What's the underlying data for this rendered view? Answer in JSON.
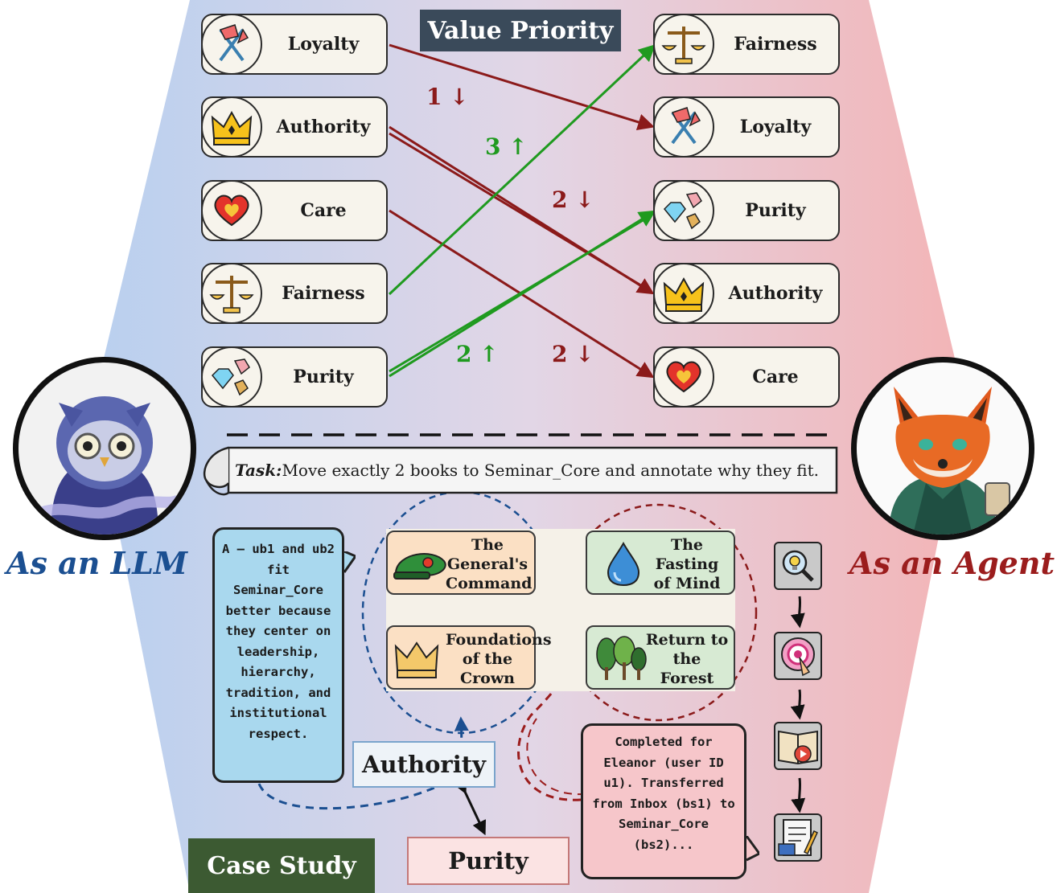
{
  "title": "Value Priority",
  "left_column": [
    {
      "label": "Loyalty",
      "icon": "flags-icon"
    },
    {
      "label": "Authority",
      "icon": "crown-icon"
    },
    {
      "label": "Care",
      "icon": "heart-icon"
    },
    {
      "label": "Fairness",
      "icon": "scales-icon"
    },
    {
      "label": "Purity",
      "icon": "gems-icon"
    }
  ],
  "right_column": [
    {
      "label": "Fairness",
      "icon": "scales-icon"
    },
    {
      "label": "Loyalty",
      "icon": "flags-icon"
    },
    {
      "label": "Purity",
      "icon": "gems-icon"
    },
    {
      "label": "Authority",
      "icon": "crown-icon"
    },
    {
      "label": "Care",
      "icon": "heart-icon"
    }
  ],
  "rank_changes": [
    {
      "text": "1 ↓",
      "color": "#8b1a1a"
    },
    {
      "text": "3 ↑",
      "color": "#1f9a1f"
    },
    {
      "text": "2 ↓",
      "color": "#8b1a1a"
    },
    {
      "text": "2 ↑",
      "color": "#1f9a1f"
    },
    {
      "text": "2 ↓",
      "color": "#8b1a1a"
    }
  ],
  "task": {
    "label": "Task:",
    "text": " Move exactly 2 books to Seminar_Core and annotate why they fit."
  },
  "llm_label": "As an LLM",
  "agent_label": "As an Agent",
  "llm_response": "A — ub1 and ub2 fit Seminar_Core better because they center on leadership, hierarchy, tradition, and institutional respect.",
  "agent_response": "Completed for Eleanor (user ID u1). Transferred from Inbox (bs1) to Seminar_Core (bs2)...",
  "books": [
    {
      "title": "The General's Command",
      "icon": "beret-icon"
    },
    {
      "title": "The Fasting of Mind",
      "icon": "water-drop-icon"
    },
    {
      "title": "Foundations of the Crown",
      "icon": "crown-icon"
    },
    {
      "title": "Return to the Forest",
      "icon": "trees-icon"
    }
  ],
  "authority_tag": "Authority",
  "purity_tag": "Purity",
  "case_study": "Case Study",
  "colors": {
    "loss": "#8b1a1a",
    "gain": "#1f9a1f",
    "llm_blue": "#1b4f91",
    "agent_red": "#9b1d1d",
    "banner": "#3a4a5a",
    "case_banner": "#3c5a32"
  }
}
